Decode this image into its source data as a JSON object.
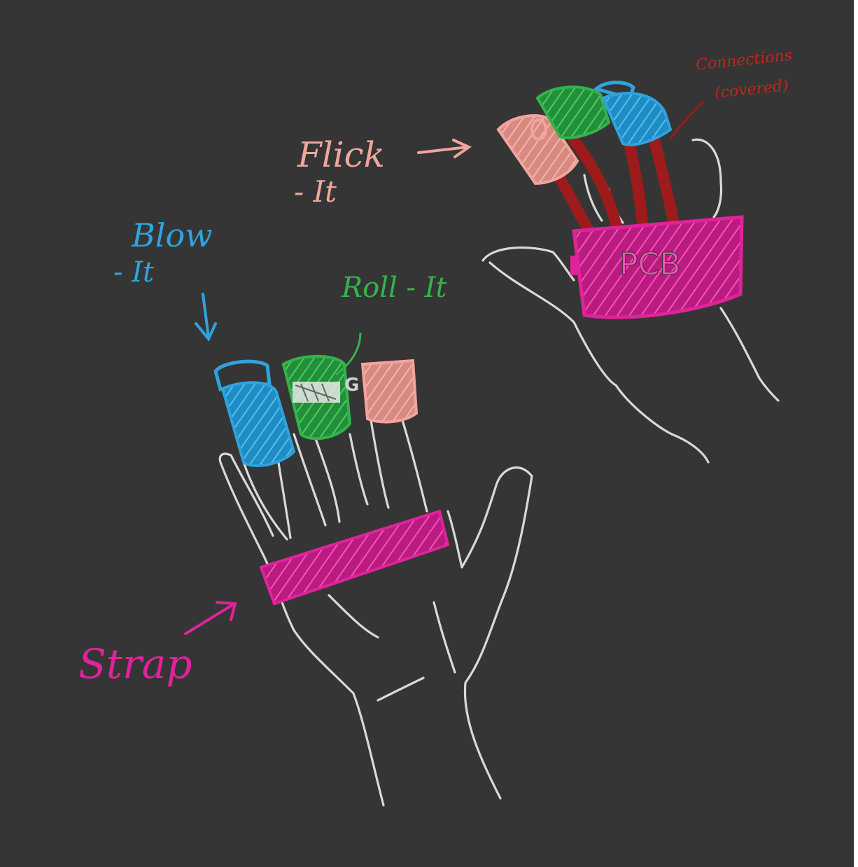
{
  "colors": {
    "background": "#353535",
    "hand_outline": "#d9d9d9",
    "flick": "#f0a59c",
    "blow": "#2fa3dd",
    "roll": "#34b34d",
    "strap": "#e0239a",
    "connections": "#9e1b1b",
    "pcb": "#e0239a"
  },
  "labels": {
    "flick": "Flick",
    "flick_it": "- It",
    "blow": "Blow",
    "blow_it": "- It",
    "roll": "Roll - It",
    "strap": "Strap",
    "pcb": "PCB",
    "connections": "Connections",
    "connections_sub": "(covered)",
    "roll_sensor_mark": "G"
  }
}
